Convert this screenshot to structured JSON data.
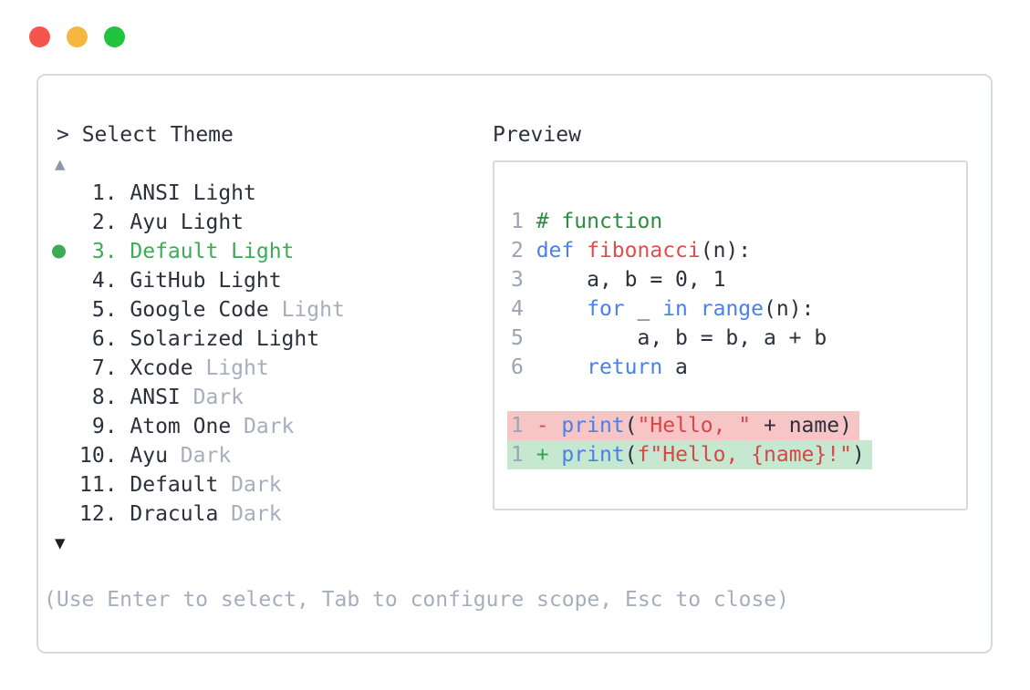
{
  "window": {
    "controls": [
      "close",
      "minimize",
      "maximize"
    ]
  },
  "theme_picker": {
    "prompt": "> Select Theme",
    "scroll_up_indicator": "▲",
    "scroll_down_indicator": "▼",
    "items": [
      {
        "number": "1",
        "name": "ANSI Light",
        "muted_suffix": "",
        "selected": false
      },
      {
        "number": "2",
        "name": "Ayu Light",
        "muted_suffix": "",
        "selected": false
      },
      {
        "number": "3",
        "name": "Default Light",
        "muted_suffix": "",
        "selected": true
      },
      {
        "number": "4",
        "name": "GitHub Light",
        "muted_suffix": "",
        "selected": false
      },
      {
        "number": "5",
        "name": "Google Code",
        "muted_suffix": "Light",
        "selected": false
      },
      {
        "number": "6",
        "name": "Solarized Light",
        "muted_suffix": "",
        "selected": false
      },
      {
        "number": "7",
        "name": "Xcode",
        "muted_suffix": "Light",
        "selected": false
      },
      {
        "number": "8",
        "name": "ANSI",
        "muted_suffix": "Dark",
        "selected": false
      },
      {
        "number": "9",
        "name": "Atom One",
        "muted_suffix": "Dark",
        "selected": false
      },
      {
        "number": "10",
        "name": "Ayu",
        "muted_suffix": "Dark",
        "selected": false
      },
      {
        "number": "11",
        "name": "Default",
        "muted_suffix": "Dark",
        "selected": false
      },
      {
        "number": "12",
        "name": "Dracula",
        "muted_suffix": "Dark",
        "selected": false
      }
    ],
    "footer_hint": "(Use Enter to select, Tab to configure scope, Esc to close)"
  },
  "preview": {
    "label": "Preview",
    "lines": [
      {
        "number": "1",
        "kind": "",
        "tokens": [
          {
            "t": "# function",
            "c": "comment"
          }
        ]
      },
      {
        "number": "2",
        "kind": "",
        "tokens": [
          {
            "t": "def",
            "c": "keyword"
          },
          {
            "t": " ",
            "c": "plain"
          },
          {
            "t": "fibonacci",
            "c": "func"
          },
          {
            "t": "(n):",
            "c": "plain"
          }
        ]
      },
      {
        "number": "3",
        "kind": "",
        "tokens": [
          {
            "t": "    a, b = 0, 1",
            "c": "plain"
          }
        ]
      },
      {
        "number": "4",
        "kind": "",
        "tokens": [
          {
            "t": "    ",
            "c": "plain"
          },
          {
            "t": "for",
            "c": "keyword"
          },
          {
            "t": " _ ",
            "c": "plain"
          },
          {
            "t": "in",
            "c": "keyword"
          },
          {
            "t": " ",
            "c": "plain"
          },
          {
            "t": "range",
            "c": "keyword"
          },
          {
            "t": "(n):",
            "c": "plain"
          }
        ]
      },
      {
        "number": "5",
        "kind": "",
        "tokens": [
          {
            "t": "        a, b = b, a + b",
            "c": "plain"
          }
        ]
      },
      {
        "number": "6",
        "kind": "",
        "tokens": [
          {
            "t": "    ",
            "c": "plain"
          },
          {
            "t": "return",
            "c": "keyword"
          },
          {
            "t": " a",
            "c": "plain"
          }
        ]
      },
      {
        "number": "",
        "kind": "",
        "tokens": []
      },
      {
        "number": "1",
        "kind": "removed",
        "tokens": [
          {
            "t": "-",
            "c": "minus"
          },
          {
            "t": " ",
            "c": "plain"
          },
          {
            "t": "print",
            "c": "keyword"
          },
          {
            "t": "(",
            "c": "plain"
          },
          {
            "t": "\"Hello, \"",
            "c": "string"
          },
          {
            "t": " + name)",
            "c": "plain"
          }
        ]
      },
      {
        "number": "1",
        "kind": "added",
        "tokens": [
          {
            "t": "+",
            "c": "plus"
          },
          {
            "t": " ",
            "c": "plain"
          },
          {
            "t": "print",
            "c": "keyword"
          },
          {
            "t": "(",
            "c": "plain"
          },
          {
            "t": "f\"Hello, {name}!\"",
            "c": "string"
          },
          {
            "t": ")",
            "c": "plain"
          }
        ]
      }
    ]
  },
  "colors": {
    "panel_border": "#d6dae1",
    "text_dark": "#2b313c",
    "text_muted": "#a6aebe",
    "selected_green": "#3cab55",
    "comment_green": "#2d8c3f",
    "keyword_blue": "#4a80e8",
    "func_red": "#dd4f4f",
    "string_red": "#d64848",
    "line_number_gray": "#9ba4b0",
    "diff_removed_bg": "#f7c5c5",
    "diff_added_bg": "#c6e8d1",
    "traffic_red": "#f4564e",
    "traffic_yellow": "#f5b73f",
    "traffic_green": "#22c33e"
  }
}
